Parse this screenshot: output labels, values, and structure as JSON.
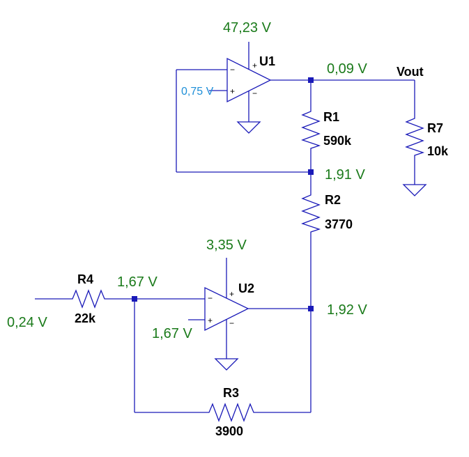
{
  "components": {
    "U1": {
      "label": "U1",
      "plus": "+",
      "minus": "−"
    },
    "U2": {
      "label": "U2",
      "plus": "+",
      "minus": "−"
    },
    "R1": {
      "label": "R1",
      "value": "590k"
    },
    "R2": {
      "label": "R2",
      "value": "3770"
    },
    "R3": {
      "label": "R3",
      "value": "3900"
    },
    "R4": {
      "label": "R4",
      "value": "22k"
    },
    "R7": {
      "label": "R7",
      "value": "10k"
    }
  },
  "nets": {
    "vout": "Vout"
  },
  "voltages": {
    "u1_supply": "47,23 V",
    "u1_out": "0,09 V",
    "u1_inplus": "0,75 V",
    "r1_r2_node": "1,91 V",
    "u2_supply": "3,35 V",
    "u2_inminus": "1,67 V",
    "u2_inplus": "1,67 V",
    "u2_out": "1,92 V",
    "input": "0,24 V"
  },
  "colors": {
    "wire": "#1a1ab8",
    "voltage_label": "#1a7a1a",
    "highlight_label": "#1e8fd8"
  }
}
